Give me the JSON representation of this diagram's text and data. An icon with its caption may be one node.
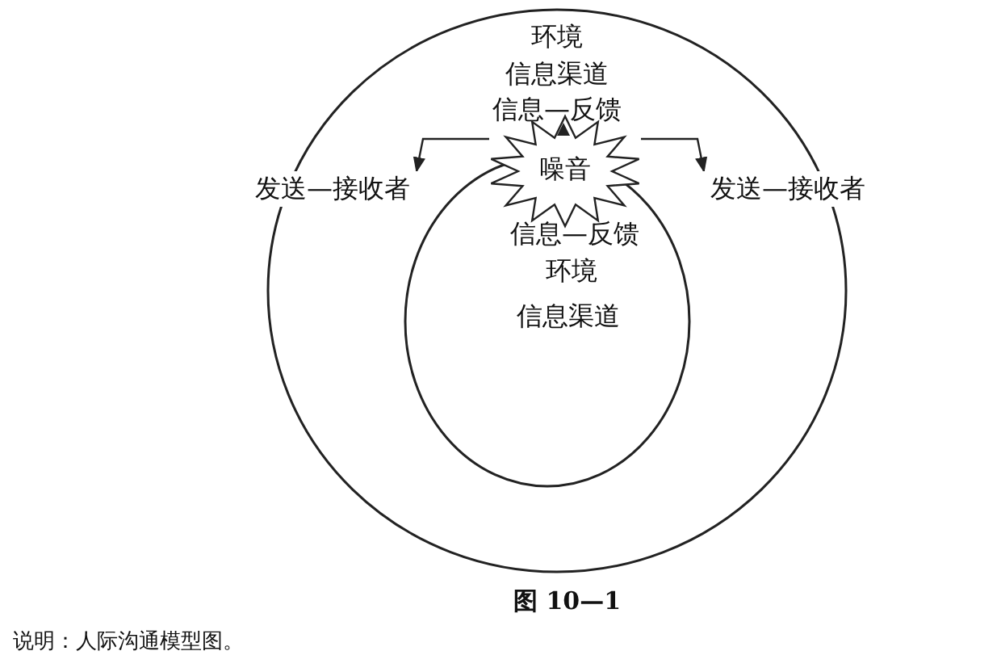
{
  "diagram": {
    "caption": "图 10—1",
    "nodes": [
      {
        "text": [
          "环境",
          "信息渠道",
          "信息—反馈"
        ]
      },
      {
        "text": [
          "信息—反馈",
          "环境",
          "信息渠道"
        ],
        "in": 0
      },
      {
        "text": [
          "噪音"
        ],
        "in": 0
      },
      {
        "text": [
          "发送—接收者"
        ]
      },
      {
        "text": [
          "发送—接收者"
        ]
      }
    ],
    "edges": [
      {
        "from": 2,
        "to": 3,
        "arrow": "to"
      },
      {
        "from": 2,
        "to": 4,
        "arrow": "to"
      }
    ],
    "labels": [
      "说明：人际沟通模型图。"
    ]
  }
}
